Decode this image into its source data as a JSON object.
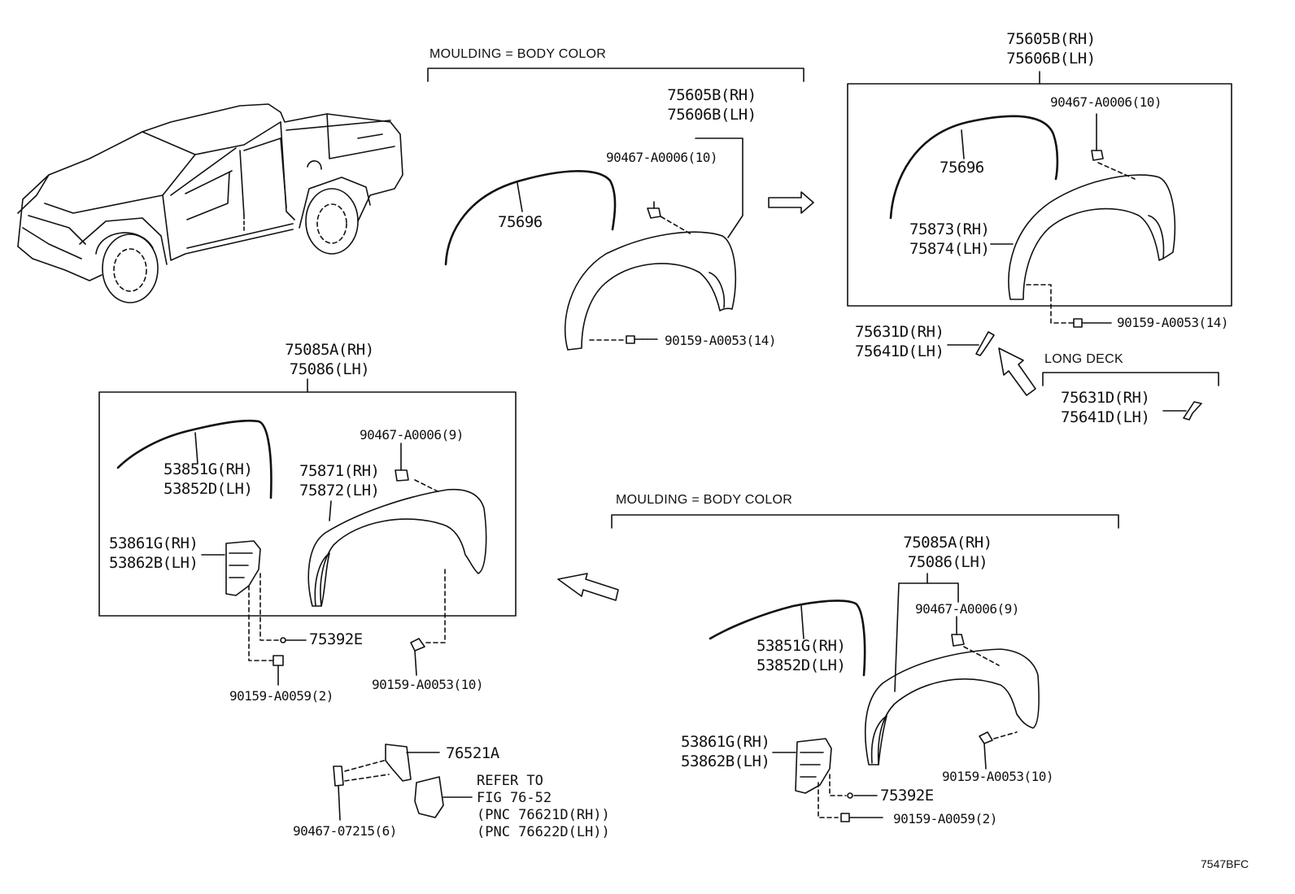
{
  "notes": {
    "moulding_top": "MOULDING = BODY COLOR",
    "moulding_bottom": "MOULDING = BODY COLOR",
    "long_deck": "LONG DECK"
  },
  "parts": {
    "flare_rear_assy_rh": "75605B(RH)",
    "flare_rear_assy_lh": "75606B(LH)",
    "box_rear_assy_rh": "75605B(RH)",
    "box_rear_assy_lh": "75606B(LH)",
    "clip_rear_top": "90467-A0006(10)",
    "clip_rear_box": "90467-A0006(10)",
    "moulding_rear_top": "75696",
    "moulding_rear_box": "75696",
    "flare_rear_rh": "75873(RH)",
    "flare_rear_lh": "75874(LH)",
    "screw_rear_top": "90159-A0053(14)",
    "screw_rear_box": "90159-A0053(14)",
    "guard_rh": "75631D(RH)",
    "guard_lh": "75641D(LH)",
    "guard_long_rh": "75631D(RH)",
    "guard_long_lh": "75641D(LH)",
    "front_box_assy_rh": "75085A(RH)",
    "front_box_assy_lh": "75086(LH)",
    "front_low_assy_rh": "75085A(RH)",
    "front_low_assy_lh": "75086(LH)",
    "front_mould_box_rh": "53851G(RH)",
    "front_mould_box_lh": "53852D(LH)",
    "front_mould_low_rh": "53851G(RH)",
    "front_mould_low_lh": "53852D(LH)",
    "front_clip_box": "90467-A0006(9)",
    "front_clip_low": "90467-A0006(9)",
    "front_flare_rh": "75871(RH)",
    "front_flare_lh": "75872(LH)",
    "bracket_box_rh": "53861G(RH)",
    "bracket_box_lh": "53862B(LH)",
    "bracket_low_rh": "53861G(RH)",
    "bracket_low_lh": "53862B(LH)",
    "clip_75392e_a": "75392E",
    "clip_75392e_b": "75392E",
    "screw_front_a": "90159-A0053(10)",
    "screw_front_b": "90159-A0053(10)",
    "screw_bracket_a": "90159-A0059(2)",
    "screw_bracket_b": "90159-A0059(2)",
    "splash_part": "76521A",
    "clip_07215": "90467-07215(6)"
  },
  "refer": {
    "line1": "REFER TO",
    "line2": "FIG 76-52",
    "line3": "(PNC 76621D(RH))",
    "line4": "(PNC 76622D(LH))"
  },
  "figure_code": "7547BFC",
  "stroke_color": "#111111"
}
